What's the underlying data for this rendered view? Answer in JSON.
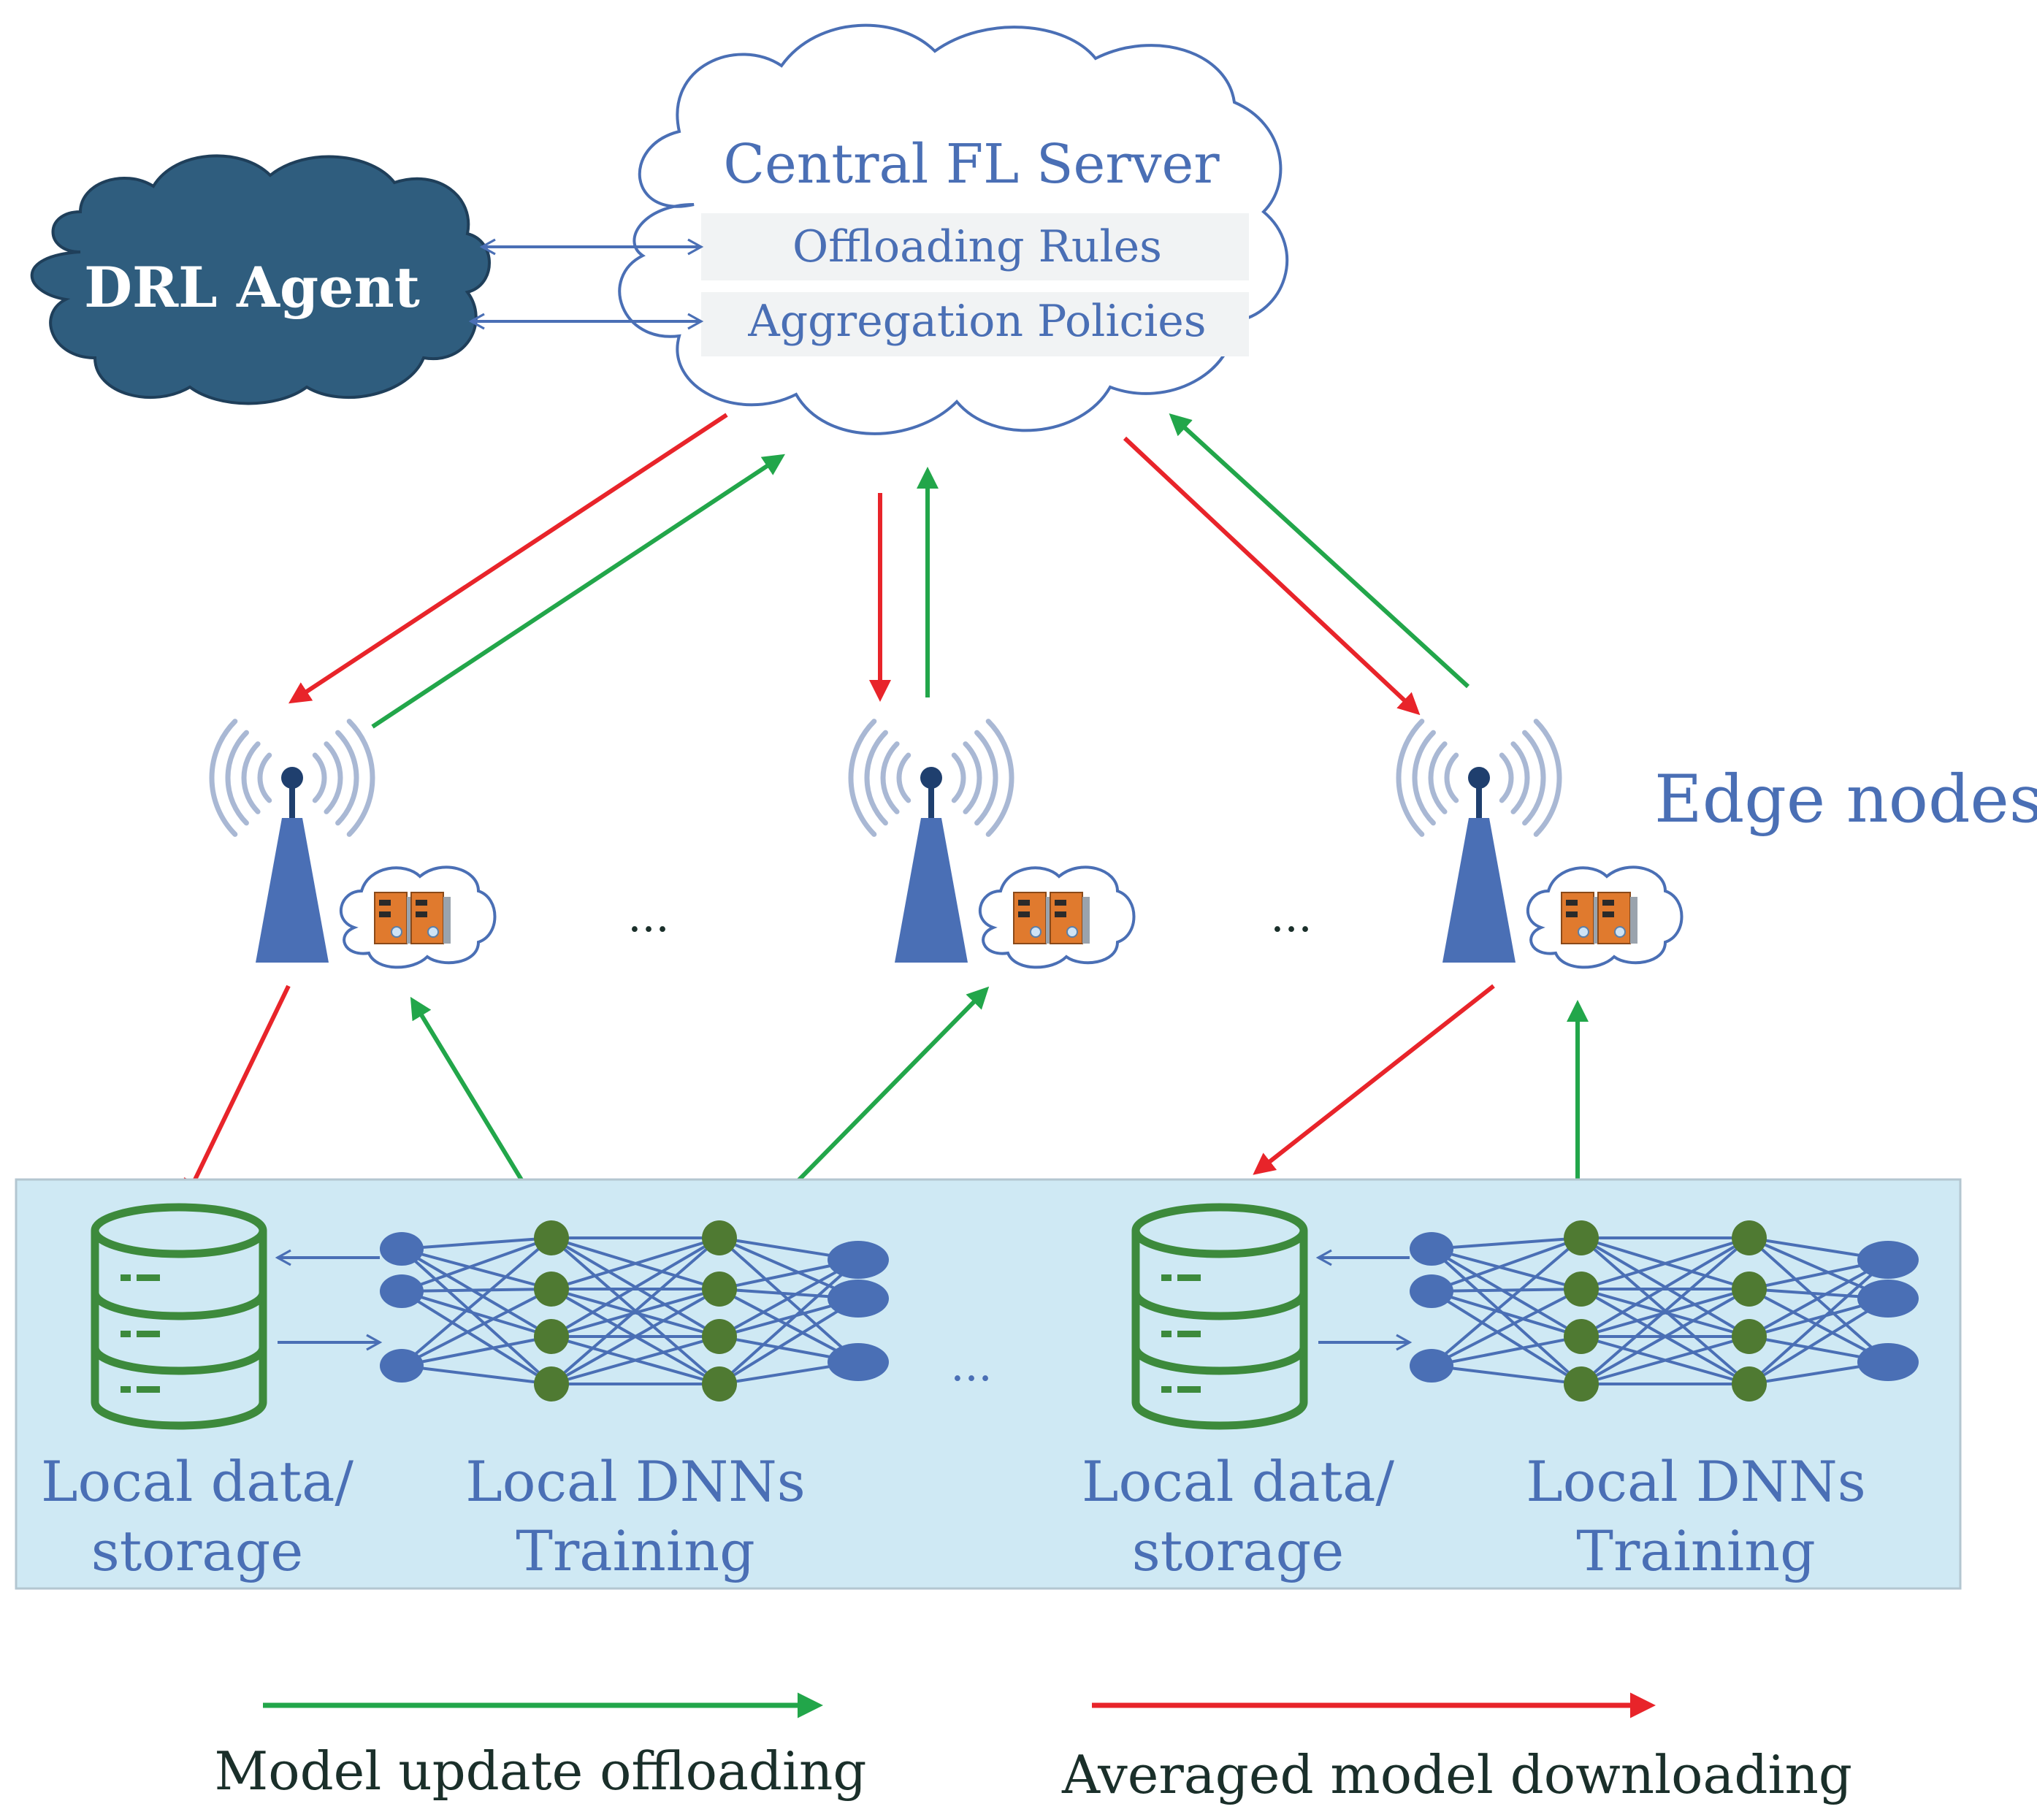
{
  "server": {
    "title": "Central FL Server",
    "rules": [
      "Offloading Rules",
      "Aggregation Policies"
    ]
  },
  "agent": {
    "label": "DRL Agent"
  },
  "edge": {
    "label": "Edge nodes",
    "ellipsis": "..."
  },
  "clients": {
    "storage_label": [
      "Local data/",
      "storage"
    ],
    "dnn_label": [
      "Local DNNs",
      "Training"
    ],
    "ellipsis": "..."
  },
  "legend": {
    "offload": "Model update offloading",
    "download": "Averaged model downloading"
  },
  "colors": {
    "green": "#22a64a",
    "red": "#e8242a",
    "blue": "#4a6fb5",
    "agent_cloud": "#2f5d7e",
    "client_panel": "#cfe9f4",
    "db_green": "#3d8a3c",
    "hidden_node": "#4f7a32"
  },
  "icons": {
    "agent": "dark-cloud-icon",
    "server": "cloud-icon",
    "tower": "antenna-tower-icon",
    "edge_server": "server-cloud-icon",
    "storage": "database-icon"
  }
}
